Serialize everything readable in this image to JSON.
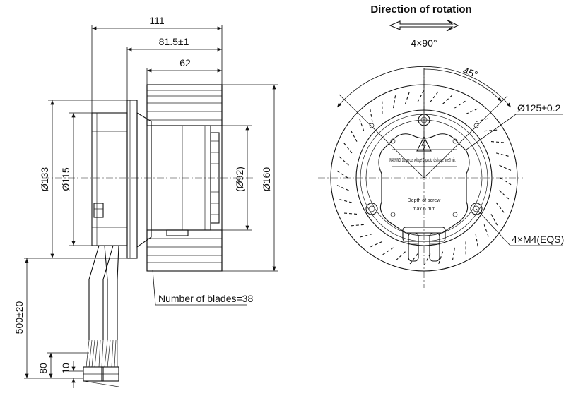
{
  "labels": {
    "direction_of_rotation": "Direction of rotation",
    "dim_111": "111",
    "dim_81_5": "81.5±1",
    "dim_62": "62",
    "dim_133": "Ø133",
    "dim_115": "Ø115",
    "dim_92": "(Ø92)",
    "dim_160": "Ø160",
    "dim_500": "500±20",
    "dim_80": "80",
    "dim_10": "10",
    "blades": "Number of blades=38",
    "angle_4x90": "4×90°",
    "angle_45": "45°",
    "dim_125": "Ø125±0.2",
    "screws": "4×M4(EQS)",
    "warning": "WARNING: Dangerous voltage! Capacitor discharge time 5 min.",
    "depth_of_screw": "Depth of screw",
    "max_depth": "max.6 mm"
  }
}
